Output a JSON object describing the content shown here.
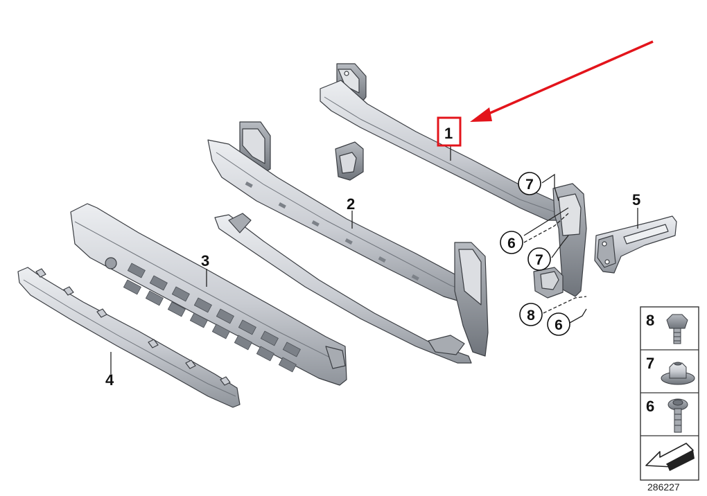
{
  "callouts": {
    "p1": "1",
    "p2": "2",
    "p3": "3",
    "p4": "4",
    "p5": "5",
    "c7a": "7",
    "c6a": "6",
    "c7b": "7",
    "c8": "8",
    "c6b": "6"
  },
  "legend": {
    "items": [
      "8",
      "7",
      "6"
    ]
  },
  "doc_number": "286227",
  "colors": {
    "highlight": "#e3141b",
    "part_fill": "#d4d7dc",
    "part_dark": "#8e939a",
    "outline": "#3a3d42"
  }
}
